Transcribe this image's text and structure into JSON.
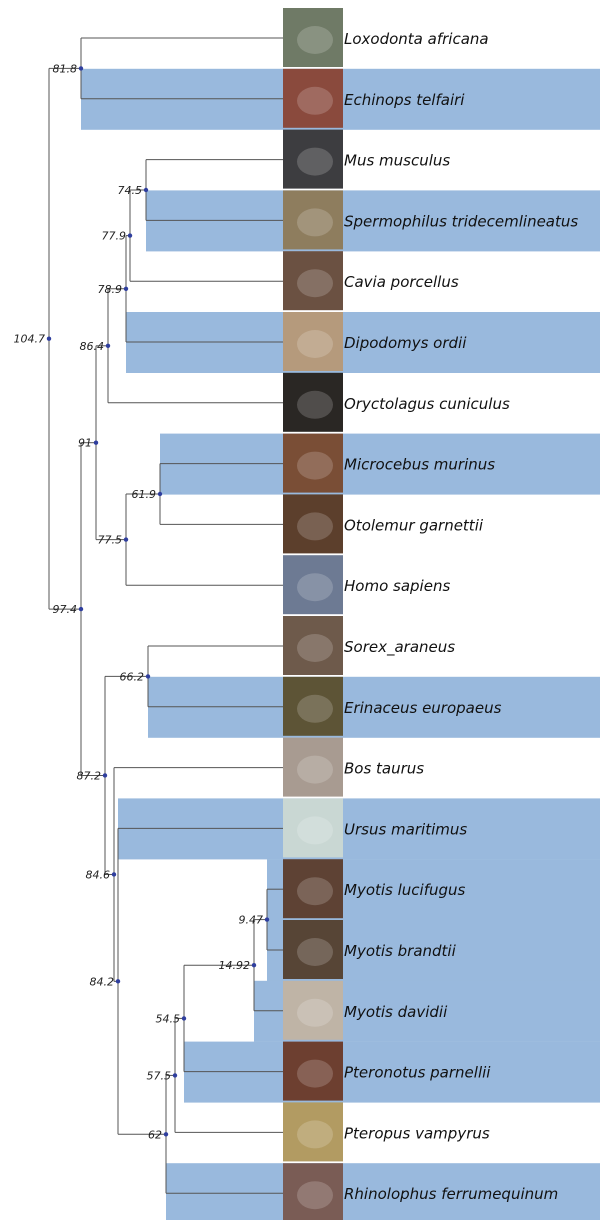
{
  "species": [
    {
      "label": "Loxodonta africana",
      "highlighted": false,
      "thumb_color": "#6f7a66"
    },
    {
      "label": "Echinops telfairi",
      "highlighted": true,
      "thumb_color": "#8a4a3d"
    },
    {
      "label": "Mus musculus",
      "highlighted": false,
      "thumb_color": "#3d3d40"
    },
    {
      "label": "Spermophilus tridecemlineatus",
      "highlighted": true,
      "thumb_color": "#8e7d5e"
    },
    {
      "label": "Cavia porcellus",
      "highlighted": false,
      "thumb_color": "#6b5142"
    },
    {
      "label": "Dipodomys ordii",
      "highlighted": true,
      "thumb_color": "#b59a7c"
    },
    {
      "label": "Oryctolagus cuniculus",
      "highlighted": false,
      "thumb_color": "#2a2724"
    },
    {
      "label": "Microcebus murinus",
      "highlighted": true,
      "thumb_color": "#7a4e36"
    },
    {
      "label": "Otolemur garnettii",
      "highlighted": false,
      "thumb_color": "#5c3f2c"
    },
    {
      "label": "Homo sapiens",
      "highlighted": false,
      "thumb_color": "#6d7a93"
    },
    {
      "label": "Sorex_araneus",
      "highlighted": false,
      "thumb_color": "#6e5a4b"
    },
    {
      "label": "Erinaceus europaeus",
      "highlighted": true,
      "thumb_color": "#5d5436"
    },
    {
      "label": "Bos taurus",
      "highlighted": false,
      "thumb_color": "#a89b91"
    },
    {
      "label": "Ursus maritimus",
      "highlighted": true,
      "thumb_color": "#c9d7d3"
    },
    {
      "label": "Myotis lucifugus",
      "highlighted": true,
      "thumb_color": "#5e4234"
    },
    {
      "label": "Myotis brandtii",
      "highlighted": true,
      "thumb_color": "#574536"
    },
    {
      "label": "Myotis davidii",
      "highlighted": true,
      "thumb_color": "#bfb4a6"
    },
    {
      "label": "Pteronotus parnellii",
      "highlighted": true,
      "thumb_color": "#6d3f30"
    },
    {
      "label": "Pteropus vampyrus",
      "highlighted": false,
      "thumb_color": "#b29b62"
    },
    {
      "label": "Rhinolophus ferrumequinum",
      "highlighted": true,
      "thumb_color": "#7a5c55"
    }
  ],
  "nodes": [
    {
      "label": "104.7"
    },
    {
      "label": "81.8"
    },
    {
      "label": "97.4"
    },
    {
      "label": "91"
    },
    {
      "label": "86.4"
    },
    {
      "label": "78.9"
    },
    {
      "label": "77.9"
    },
    {
      "label": "74.5"
    },
    {
      "label": "77.5"
    },
    {
      "label": "61.9"
    },
    {
      "label": "87.2"
    },
    {
      "label": "66.2"
    },
    {
      "label": "84.6"
    },
    {
      "label": "84.2"
    },
    {
      "label": "62"
    },
    {
      "label": "57.5"
    },
    {
      "label": "54.5"
    },
    {
      "label": "14.92"
    },
    {
      "label": "9.47"
    }
  ],
  "colors": {
    "highlight": "#99b9dd",
    "branch": "#555555",
    "node_dot": "#2f3e9e"
  }
}
